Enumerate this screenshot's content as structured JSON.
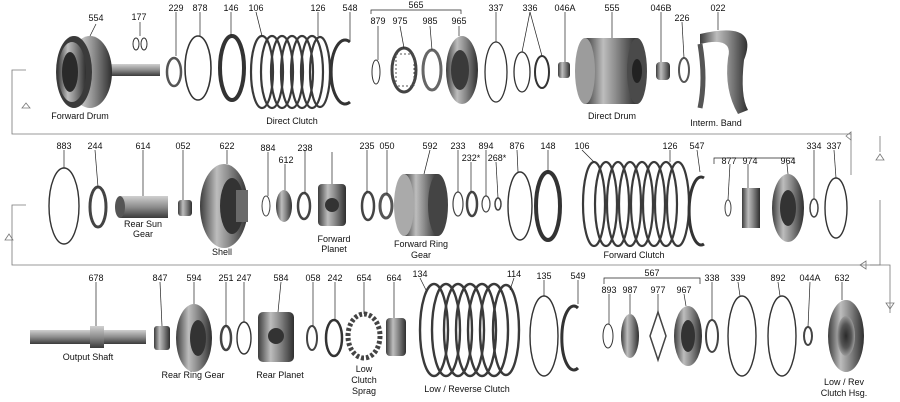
{
  "rows": [
    {
      "numbers": [
        "554",
        "177",
        "229",
        "878",
        "146",
        "106",
        "126",
        "548",
        "879",
        "975",
        "985",
        "965",
        "565",
        "337",
        "336",
        "046A",
        "555",
        "046B",
        "226",
        "022"
      ],
      "names": [
        "Forward Drum",
        "Direct Clutch",
        "Direct Drum",
        "Interm. Band"
      ]
    },
    {
      "numbers": [
        "883",
        "244",
        "614",
        "052",
        "622",
        "884",
        "612",
        "238",
        "235",
        "050",
        "592",
        "233",
        "232*",
        "894",
        "268*",
        "876",
        "148",
        "106",
        "126",
        "547",
        "877",
        "974",
        "964",
        "334",
        "337"
      ],
      "names": [
        "Rear Sun",
        "Gear",
        "Shell",
        "Forward",
        "Planet",
        "Forward Ring",
        "Gear",
        "Forward Clutch"
      ]
    },
    {
      "numbers": [
        "678",
        "847",
        "594",
        "251",
        "247",
        "584",
        "058",
        "242",
        "654",
        "664",
        "134",
        "114",
        "135",
        "549",
        "567",
        "893",
        "987",
        "977",
        "967",
        "338",
        "339",
        "892",
        "044A",
        "632"
      ],
      "names": [
        "Output Shaft",
        "Rear Ring Gear",
        "Rear Planet",
        "Low",
        "Clutch",
        "Sprag",
        "Low / Reverse Clutch",
        "Low / Rev",
        "Clutch Hsg."
      ]
    }
  ]
}
